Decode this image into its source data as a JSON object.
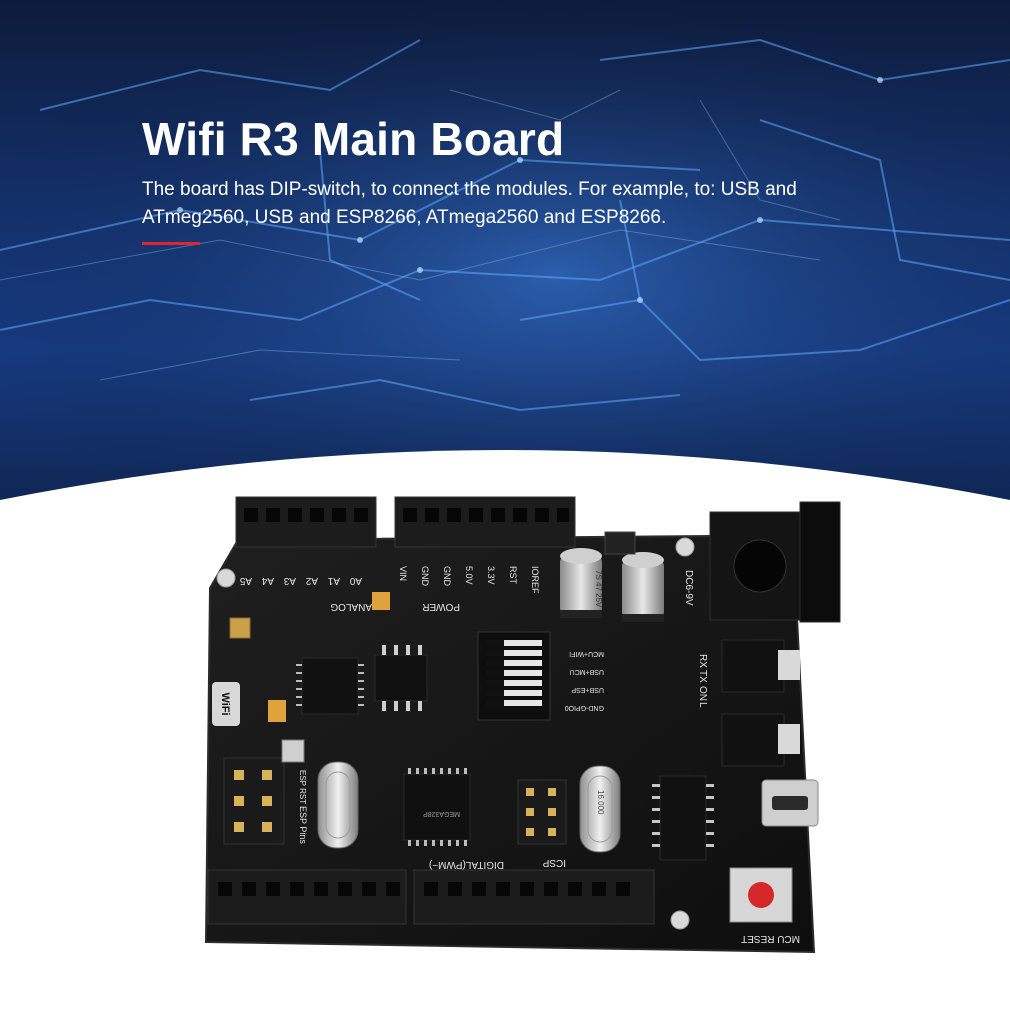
{
  "header": {
    "title": "Wifi R3 Main Board",
    "description": "The board has DIP-switch, to connect the modules. For example, to: USB and ATmeg2560, USB and ESP8266, ATmega2560 and ESP8266."
  },
  "board": {
    "analog_pins": [
      "A5",
      "A4",
      "A3",
      "A2",
      "A1",
      "A0"
    ],
    "power_pins": [
      "VIN",
      "GND",
      "GND",
      "5.0V",
      "3.3V",
      "RST",
      "IOREF"
    ],
    "label_analog": "ANALOG",
    "label_power": "POWER",
    "label_dc": "DC6-9V",
    "label_wifi": "WiFi",
    "dip_labels": [
      "MCU+WIFI",
      "USB+MCU",
      "USB+ESP",
      "GND-GPIO0"
    ],
    "leds": [
      "RX",
      "TX",
      "ON",
      "L"
    ],
    "label_esp_rst": "ESP RST",
    "label_esp_pins": "ESP Pins",
    "label_digital": "DIGITAL(PWM~)",
    "label_icsp": "ICSP",
    "label_mcu_reset": "MCU RESET",
    "capacitor_text": "7S 47 25V",
    "crystal_text": "16.000",
    "chip_text": "MEGA328P",
    "colors": {
      "pcb": "#151515",
      "header": "#1c1c1c",
      "silkscreen": "#e6e6e6",
      "reset_button": "#d6272b",
      "tuning_caps": "#e0a23a",
      "banner_blue": "#163a80",
      "accent_red": "#e0252b"
    }
  }
}
